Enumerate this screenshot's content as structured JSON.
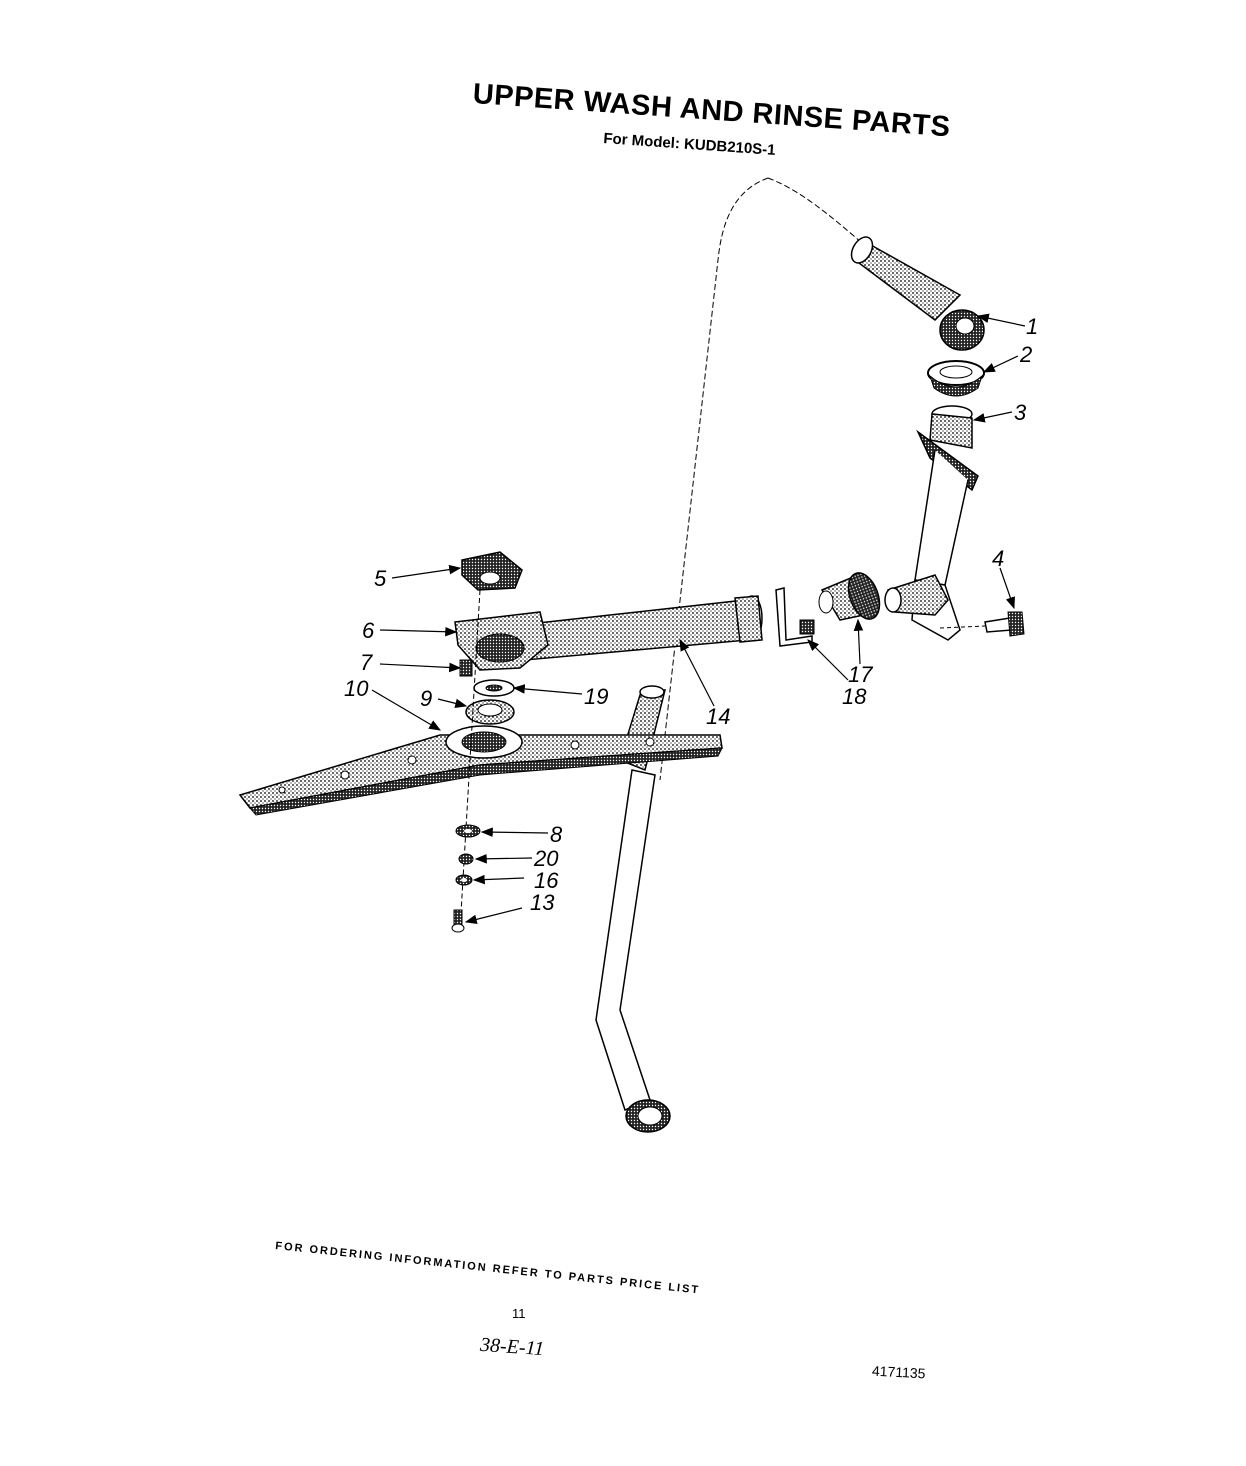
{
  "header": {
    "title": "UPPER WASH AND RINSE PARTS",
    "subtitle": "For Model: KUDB210S-1"
  },
  "footer": {
    "ordering_info": "FOR ORDERING INFORMATION REFER TO PARTS PRICE LIST",
    "page_number": "11",
    "handwritten_note": "38-E-11",
    "document_number": "4171135"
  },
  "callouts": [
    "1",
    "2",
    "3",
    "4",
    "5",
    "6",
    "7",
    "10",
    "9",
    "19",
    "14",
    "17",
    "18",
    "8",
    "20",
    "16",
    "13"
  ]
}
